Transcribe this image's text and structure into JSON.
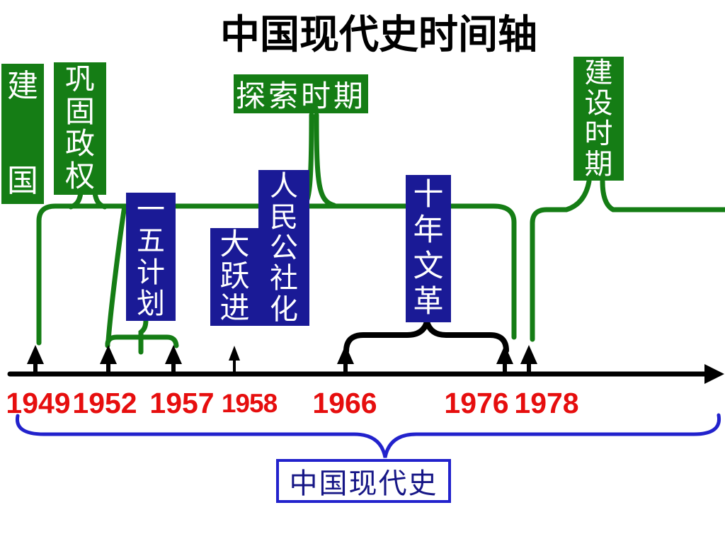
{
  "title": "中国现代史时间轴",
  "colors": {
    "green": "#157d15",
    "event_blue": "#1a1a96",
    "year_red": "#e60e0e",
    "brace_blue": "#2222cc",
    "summary_text": "#161686",
    "ink": "#000000"
  },
  "periods": {
    "jianguo": "建国",
    "gonggu_zhengquan": "巩固政权",
    "tansuo_shiqi": "探索时期",
    "jianshe_shiqi": "建设时期"
  },
  "events": {
    "yiwu_jihua": "一五计划",
    "dayuejin": "大跃进",
    "renmin_gongshehua": "人民公社化",
    "shinian_wenge": "十年文革"
  },
  "years": [
    "1949",
    "1952",
    "1957",
    "1958",
    "1966",
    "1976",
    "1978"
  ],
  "summary_label": "中国现代史"
}
